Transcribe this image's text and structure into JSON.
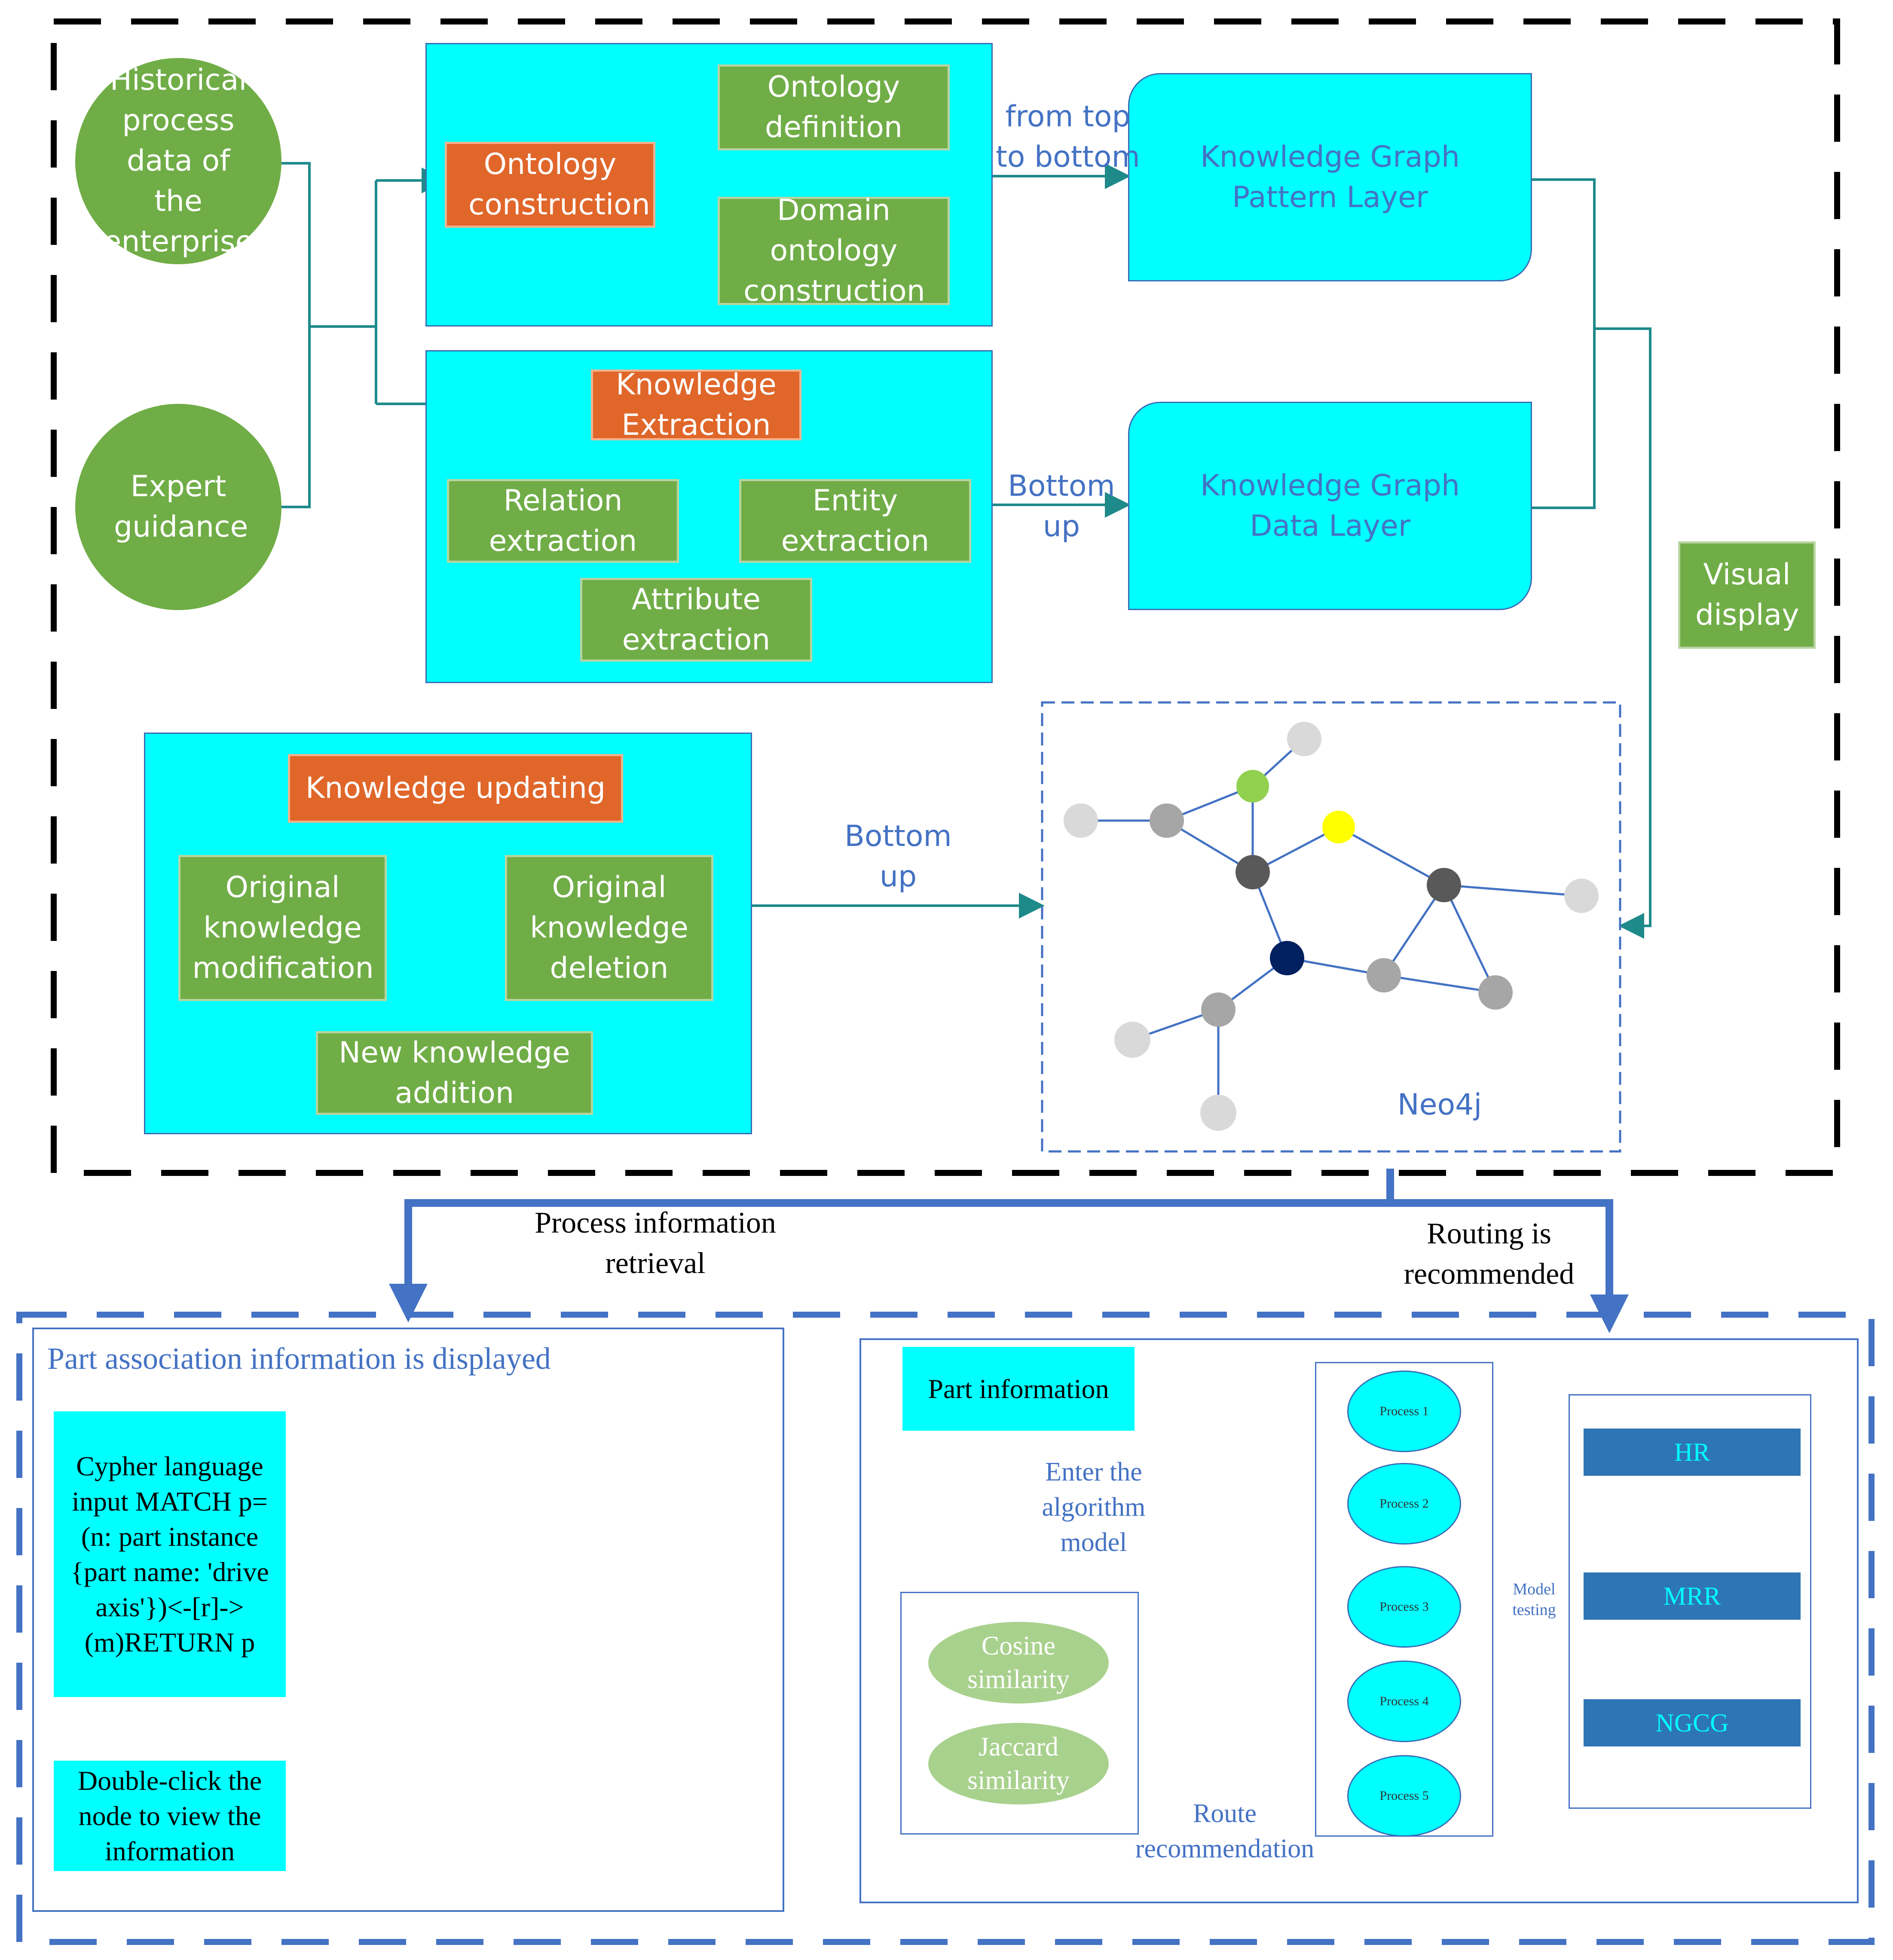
{
  "top_section": {
    "sources": {
      "historical": "Historical process data of the enterprise",
      "expert": "Expert guidance"
    },
    "ontology": {
      "construction": "Ontology construction",
      "definition": "Ontology definition",
      "domain": "Domain ontology construction"
    },
    "extraction": {
      "title": "Knowledge Extraction",
      "relation": "Relation extraction",
      "entity": "Entity extraction",
      "attribute": "Attribute extraction"
    },
    "updating": {
      "title": "Knowledge updating",
      "modification": "Original knowledge modification",
      "deletion": "Original knowledge deletion",
      "addition": "New knowledge addition"
    },
    "graph_layers": {
      "pattern": "Knowledge Graph Pattern Layer",
      "data": "Knowledge Graph Data Layer"
    },
    "flow_labels": {
      "top_to_bottom": "from top to bottom",
      "bottom_up_1": "Bottom up",
      "bottom_up_2": "Bottom up"
    },
    "visual_display": "Visual display",
    "neo4j_label": "Neo4j"
  },
  "connectors": {
    "process_retrieval": "Process information retrieval",
    "routing": "Routing is recommended"
  },
  "bottom_left": {
    "title": "Part association information is displayed",
    "cypher": "Cypher language input MATCH p=(n: part instance {part name: 'drive axis'})<-[r]->(m)RETURN p",
    "double_click": "Double-click the node to view the information"
  },
  "bottom_right": {
    "part_info": "Part information",
    "enter_model": "Enter the algorithm model",
    "cosine": "Cosine similarity",
    "jaccard": "Jaccard similarity",
    "route_rec": "Route recommendation",
    "processes": [
      "Process 1",
      "Process 2",
      "Process 3",
      "Process 4",
      "Process 5"
    ],
    "model_testing": "Model testing",
    "metrics": [
      "HR",
      "MRR",
      "NGCG"
    ]
  },
  "colors": {
    "cyan": "#00ffff",
    "green": "#70ad47",
    "orange": "#e0662a",
    "blue": "#4472c4",
    "teal_connector": "#1f8a8a",
    "dark_blue_metric": "#2e75b6"
  },
  "icons": {
    "neo4j_graph": "network-graph-icon",
    "star_graph": "star-network-icon"
  }
}
